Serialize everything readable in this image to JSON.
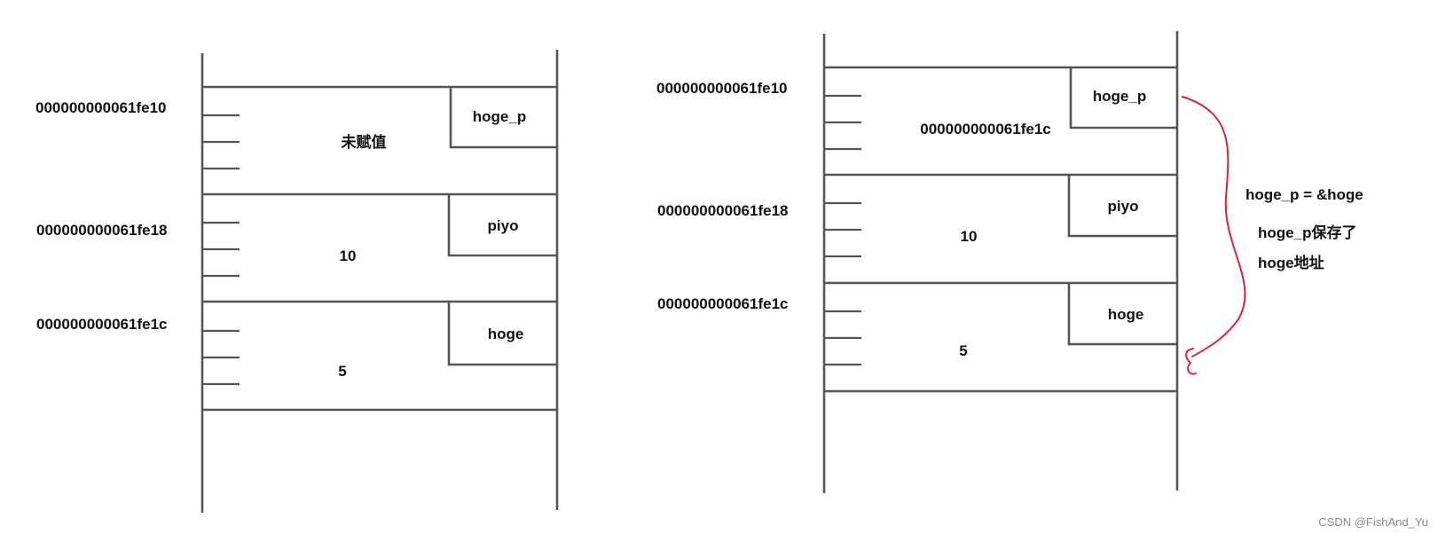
{
  "left_diagram": {
    "cells": [
      {
        "address": "000000000061fe10",
        "value": "未赋值",
        "variable": "hoge_p"
      },
      {
        "address": "000000000061fe18",
        "value": "10",
        "variable": "piyo"
      },
      {
        "address": "000000000061fe1c",
        "value": "5",
        "variable": "hoge"
      }
    ]
  },
  "right_diagram": {
    "cells": [
      {
        "address": "000000000061fe10",
        "value": "000000000061fe1c",
        "variable": "hoge_p"
      },
      {
        "address": "000000000061fe18",
        "value": "10",
        "variable": "piyo"
      },
      {
        "address": "000000000061fe1c",
        "value": "5",
        "variable": "hoge"
      }
    ],
    "annotation": {
      "line1": "hoge_p = &hoge",
      "line2": "hoge_p保存了",
      "line3": "hoge地址"
    },
    "arrow_color": "#d8243c"
  },
  "watermark": "CSDN @FishAnd_Yu"
}
